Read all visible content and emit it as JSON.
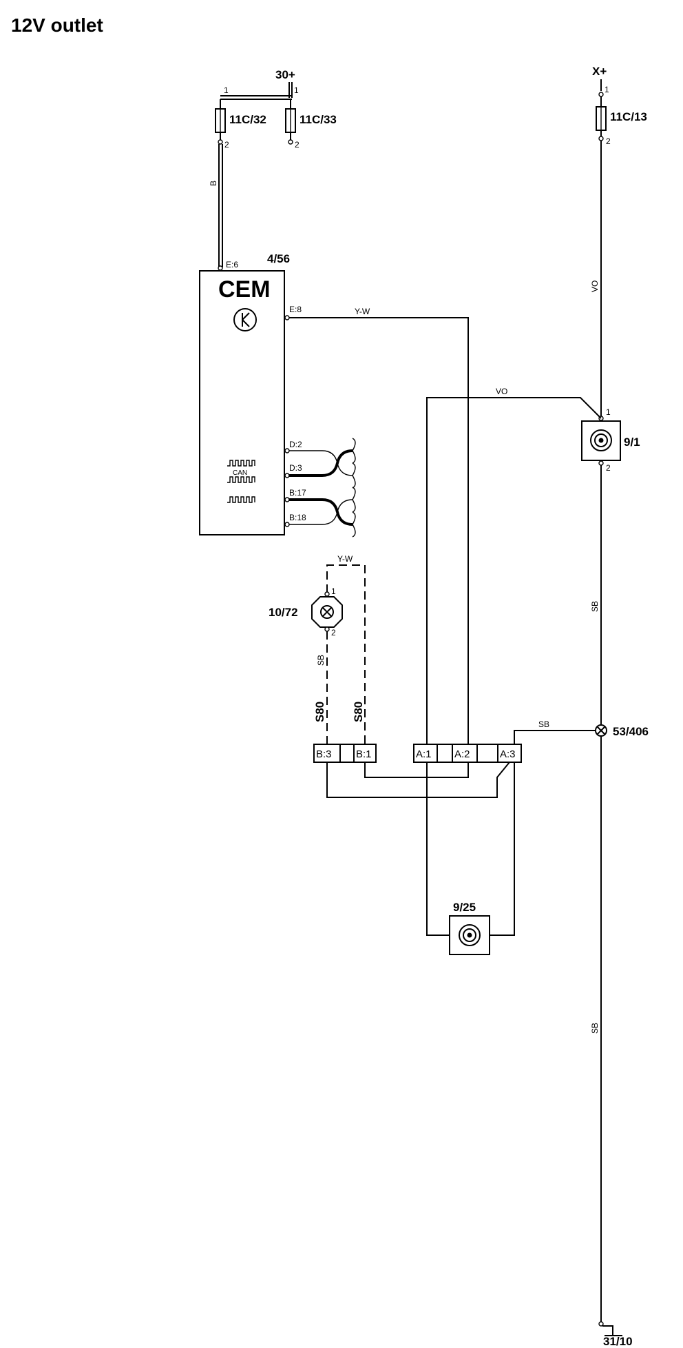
{
  "title": "12V outlet",
  "supplies": {
    "b30": "30+",
    "x": "X+"
  },
  "fuses": {
    "f1": "11C/32",
    "f2": "11C/33",
    "f3": "11C/13"
  },
  "pins": {
    "p1": "1",
    "p2": "2"
  },
  "cem": {
    "id": "4/56",
    "name": "CEM",
    "can_label": "CAN",
    "pin_e6": "E:6",
    "pin_e8": "E:8",
    "pin_d2": "D:2",
    "pin_d3": "D:3",
    "pin_b17": "B:17",
    "pin_b18": "B:18"
  },
  "wire_colors": {
    "b": "B",
    "vo": "VO",
    "yw": "Y-W",
    "sb": "SB"
  },
  "components": {
    "outlet_front": "9/1",
    "lamp": "10/72",
    "outlet_rear": "9/25",
    "splice": "53/406",
    "ground": "31/10"
  },
  "variant": "S80",
  "connector_pins": {
    "b3": "B:3",
    "b1": "B:1",
    "a1": "A:1",
    "a2": "A:2",
    "a3": "A:3"
  }
}
